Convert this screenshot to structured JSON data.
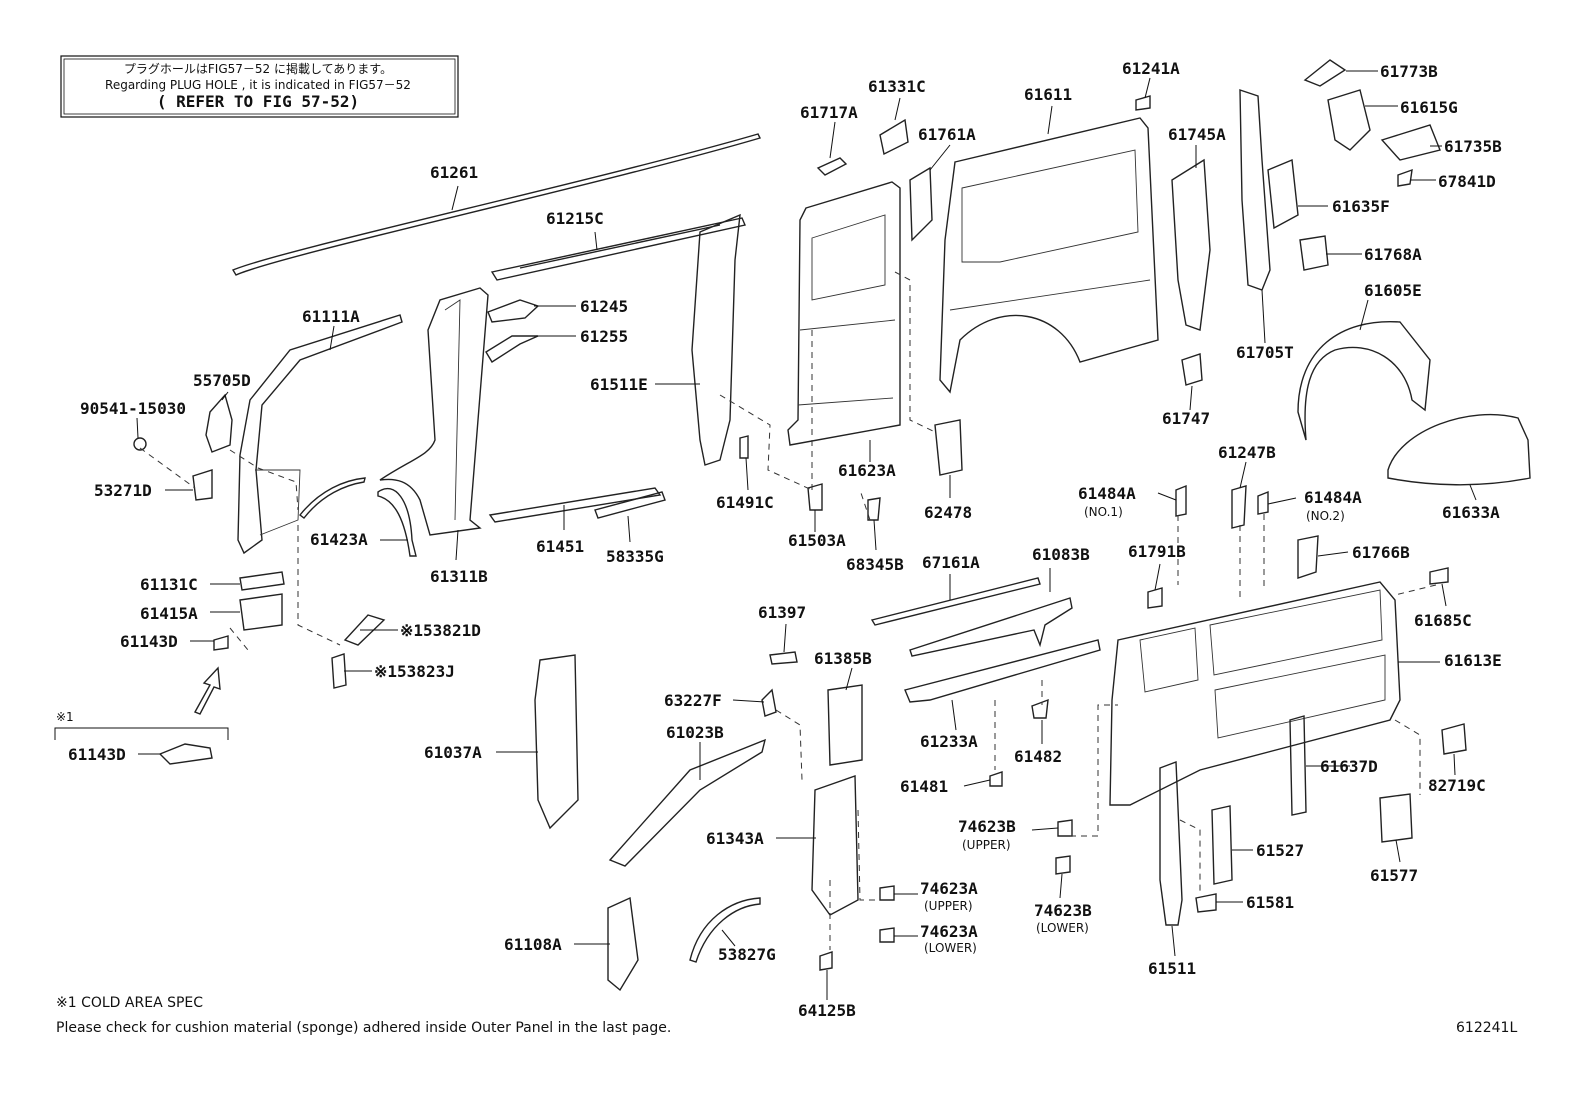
{
  "note": {
    "line1": "プラグホールはFIG57－52 に掲載してあります。",
    "line2": "Regarding PLUG HOLE , it is indicated in FIG57－52",
    "line3": "( REFER TO FIG 57-52)"
  },
  "parts": {
    "p61261": "61261",
    "p61215C": "61215C",
    "p61245": "61245",
    "p61255": "61255",
    "p61111A": "61111A",
    "p55705D": "55705D",
    "p90541": "90541-15030",
    "p53271D": "53271D",
    "p61423A": "61423A",
    "p61311B": "61311B",
    "p61451": "61451",
    "p58335G": "58335G",
    "p61511E": "61511E",
    "p61717A": "61717A",
    "p61331C": "61331C",
    "p61761A": "61761A",
    "p61611": "61611",
    "p61241A": "61241A",
    "p61745A": "61745A",
    "p61705T": "61705T",
    "p61747": "61747",
    "p61773B": "61773B",
    "p61615G": "61615G",
    "p61735B": "61735B",
    "p67841D": "67841D",
    "p61635F": "61635F",
    "p61768A": "61768A",
    "p61605E": "61605E",
    "p61633A": "61633A",
    "p61623A": "61623A",
    "p62478": "62478",
    "p61491C": "61491C",
    "p61503A": "61503A",
    "p68345B": "68345B",
    "p61131C": "61131C",
    "p61415A": "61415A",
    "p61143D": "61143D",
    "p53821D": "※153821D",
    "p53823J": "※153823J",
    "p61143D2": "61143D",
    "p61037A": "61037A",
    "p61397": "61397",
    "p61385B": "61385B",
    "p63227F": "63227F",
    "p61023B": "61023B",
    "p61343A": "61343A",
    "p61108A": "61108A",
    "p53827G": "53827G",
    "p64125B": "64125B",
    "p74623A_u": "74623A",
    "p74623A_l": "74623A",
    "p67161A": "67161A",
    "p61083B": "61083B",
    "p61233A": "61233A",
    "p61482": "61482",
    "p61481": "61481",
    "p74623B_u": "74623B",
    "p74623B_l": "74623B",
    "p61484A_1": "61484A",
    "p61484A_2": "61484A",
    "p61791B": "61791B",
    "p61247B": "61247B",
    "p61766B": "61766B",
    "p61685C": "61685C",
    "p61613E": "61613E",
    "p61637D": "61637D",
    "p82719C": "82719C",
    "p61527": "61527",
    "p61581": "61581",
    "p61577": "61577",
    "p61511": "61511"
  },
  "sublabels": {
    "no1": "(NO.1)",
    "no2": "(NO.2)",
    "upper1": "(UPPER)",
    "lower1": "(LOWER)",
    "upper2": "(UPPER)",
    "lower2": "(LOWER)"
  },
  "legend_mark": "※1",
  "footer": {
    "spec": "※1 COLD AREA SPEC",
    "check": "Please check for cushion material (sponge) adhered inside Outer Panel in the last page.",
    "code": "612241L"
  }
}
